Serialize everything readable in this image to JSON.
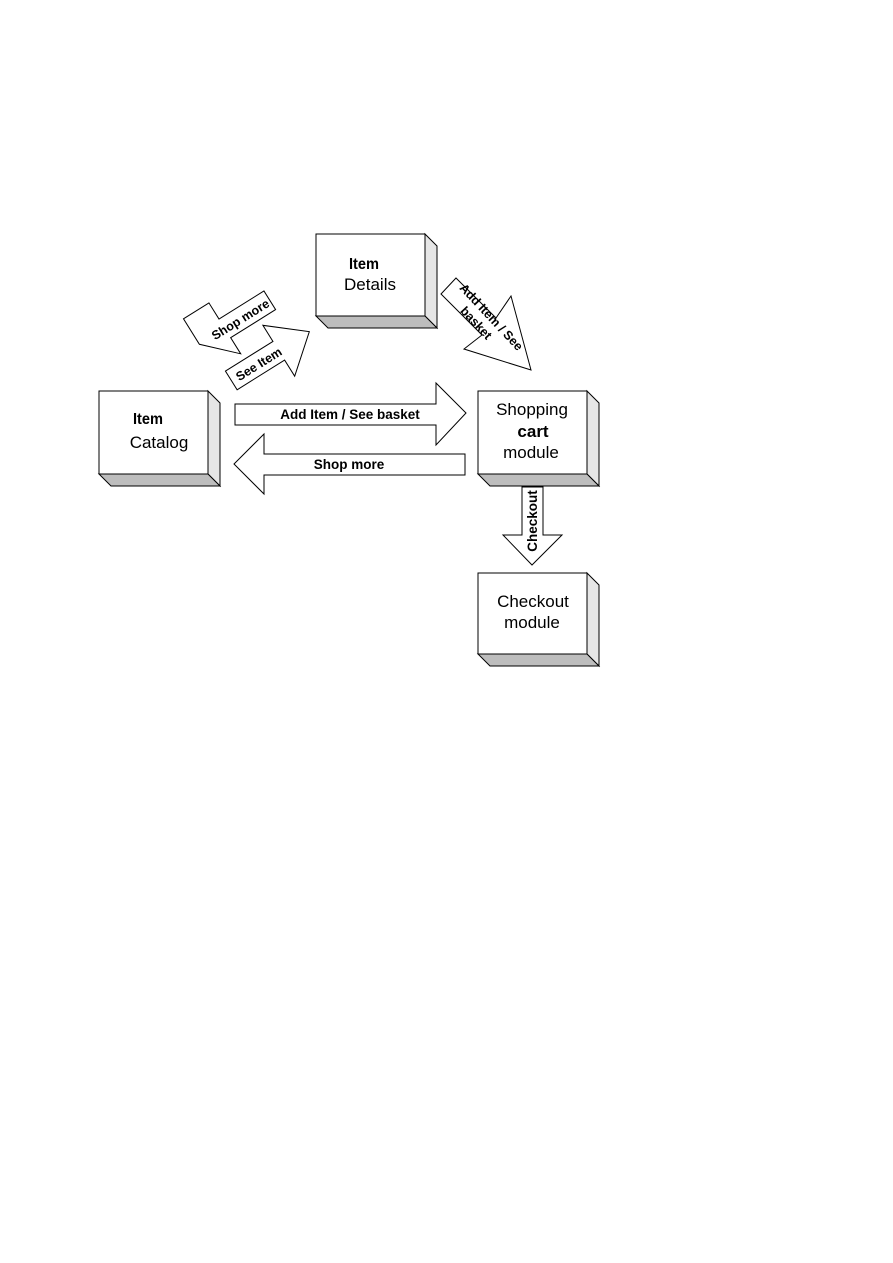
{
  "diagram": {
    "nodes": {
      "item_details": {
        "line1": "Item",
        "line2": "Details"
      },
      "item_catalog": {
        "line1": "Item",
        "line2": "Catalog"
      },
      "shopping_cart": {
        "line1": "Shopping",
        "line2": "cart",
        "line3": "module"
      },
      "checkout_module": {
        "line1": "Checkout",
        "line2": "module"
      }
    },
    "arrows": {
      "shop_more_diag": "Shop more",
      "see_item": "See Item",
      "add_item_diag_line1": "Add Item / See",
      "add_item_diag_line2": "basket",
      "add_item_horiz": "Add Item / See basket",
      "shop_more_horiz": "Shop more",
      "checkout": "Checkout"
    },
    "colors": {
      "box_face": "#ffffff",
      "box_right_side": "#e6e6e6",
      "box_bottom_side": "#bdbdbd",
      "outline": "#000000"
    }
  }
}
